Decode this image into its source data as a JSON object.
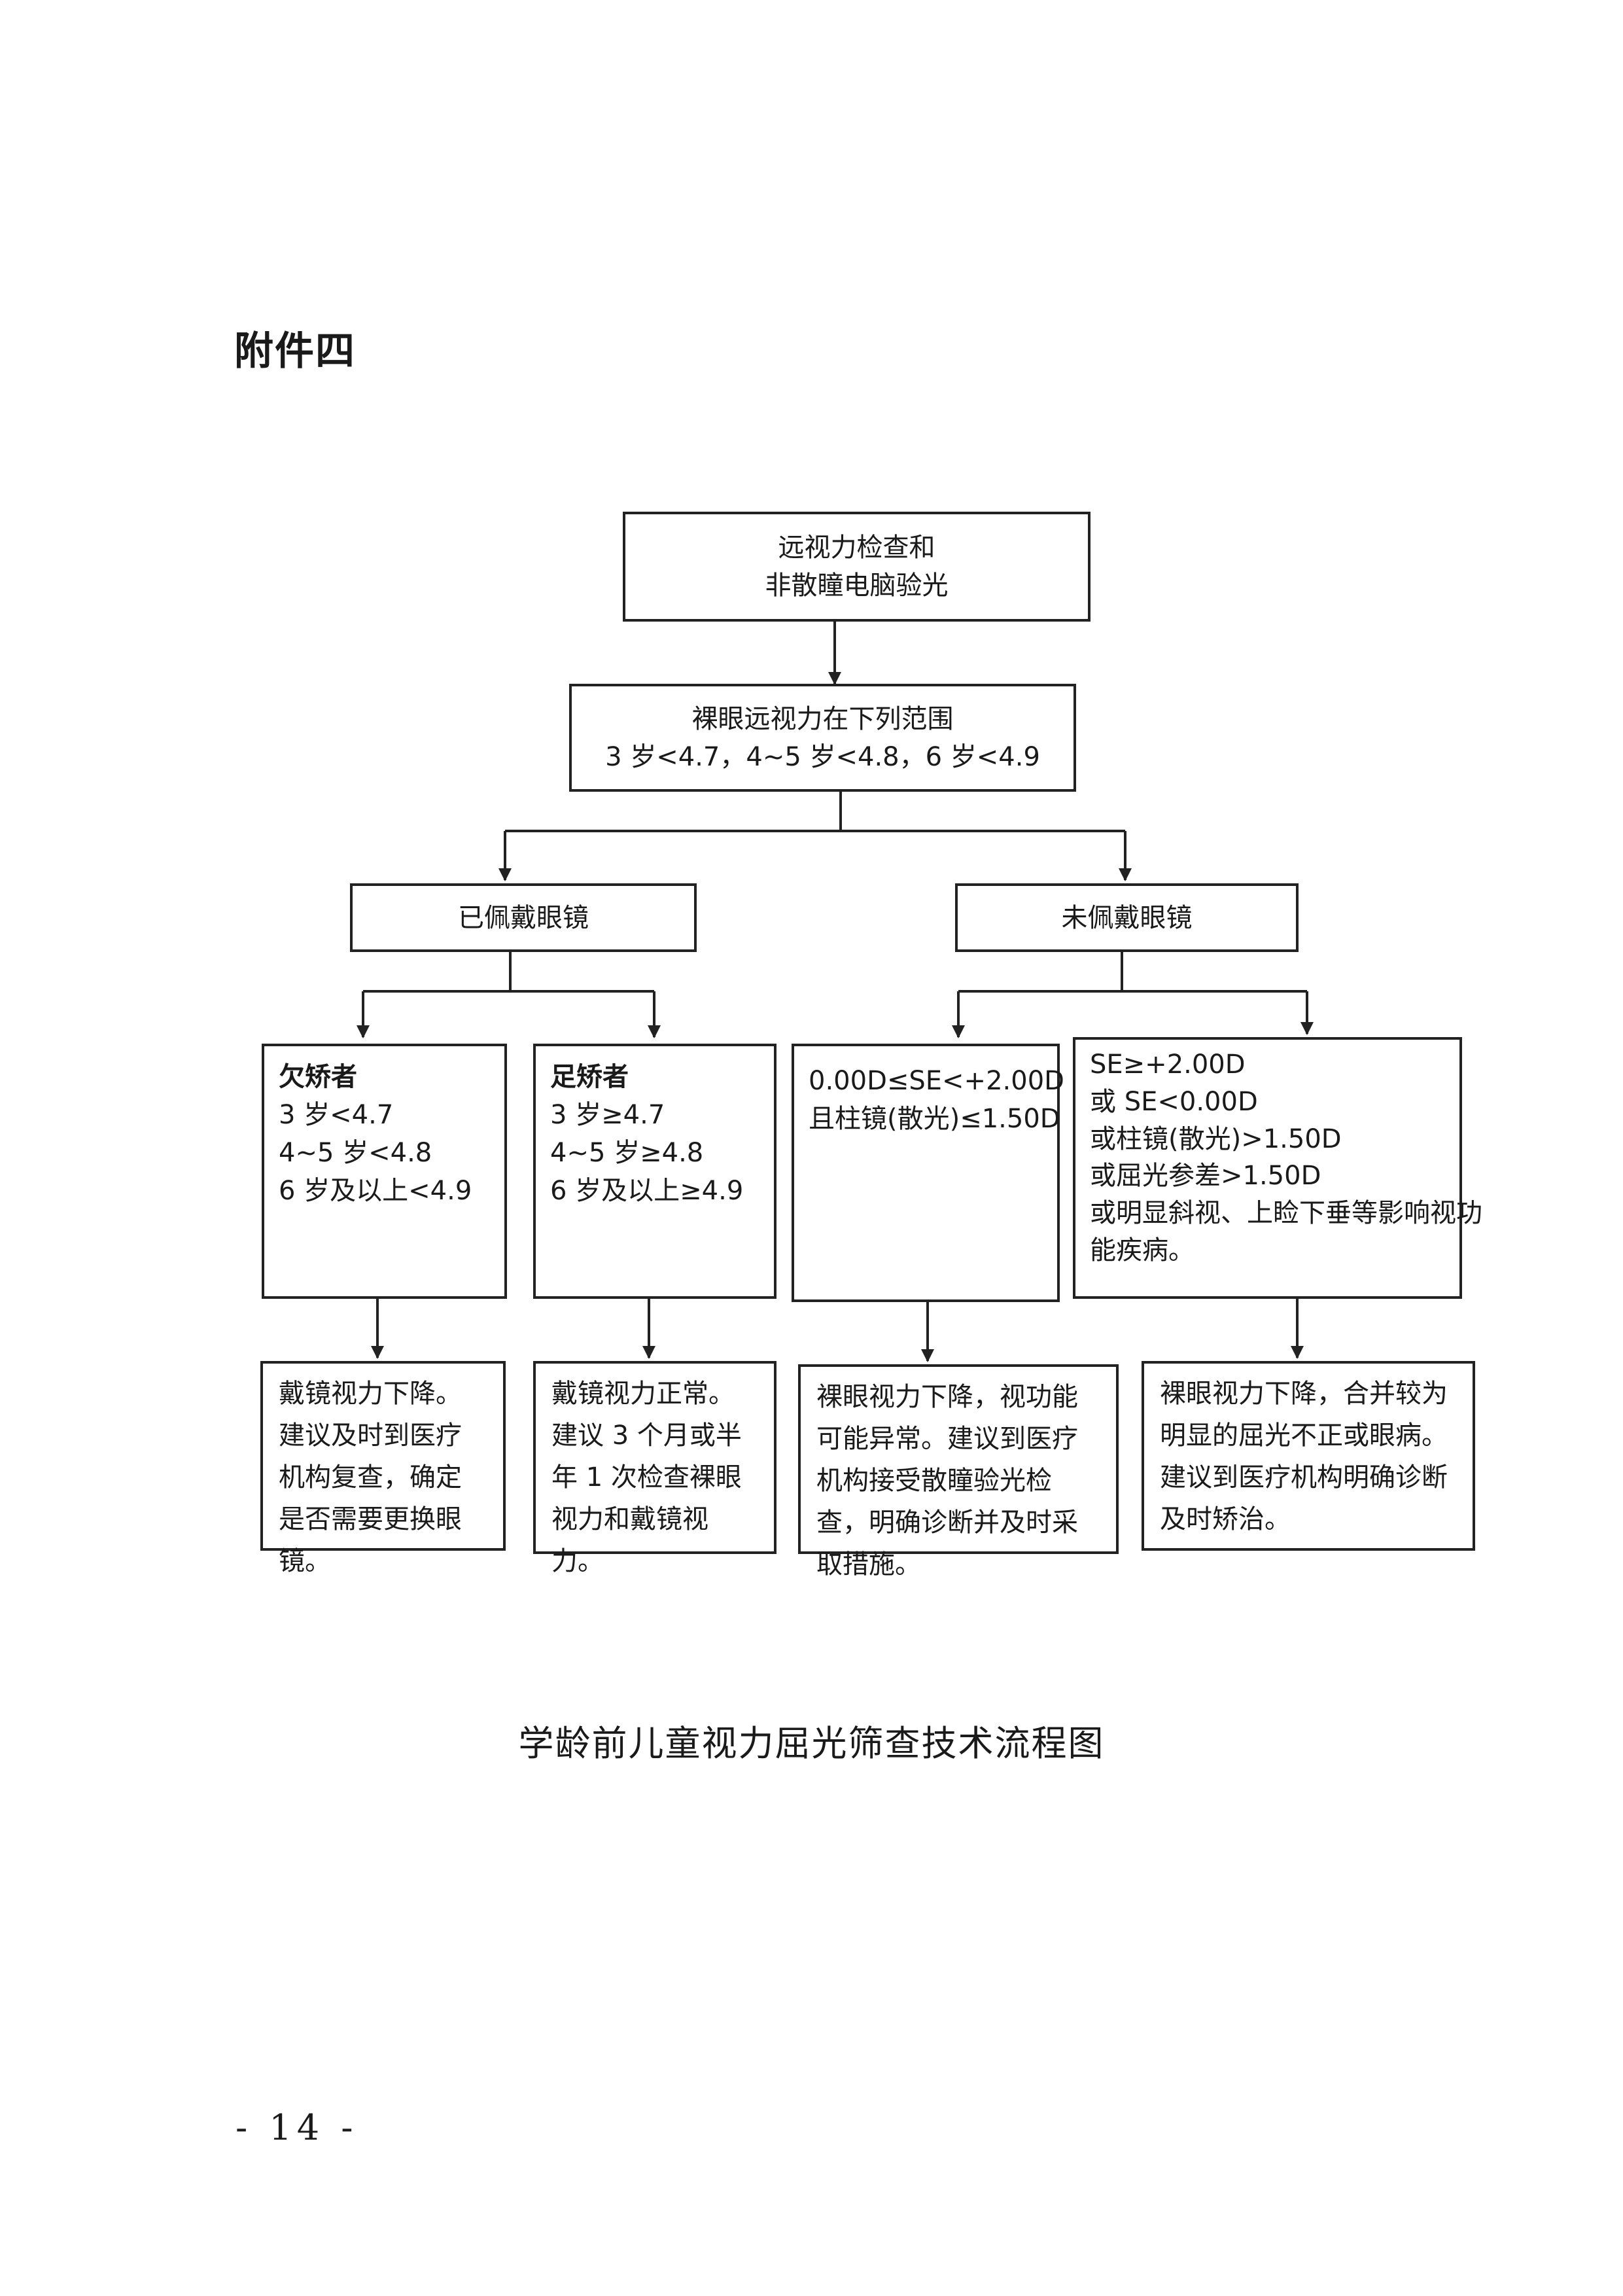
{
  "attachment_label": "附件四",
  "caption": "学龄前儿童视力屈光筛查技术流程图",
  "page_number": "- 14 -",
  "flow": {
    "step1": {
      "lines": [
        "远视力检查和",
        "非散瞳电脑验光"
      ]
    },
    "step2": {
      "lines": [
        "裸眼远视力在下列范围",
        "3 岁<4.7，4~5 岁<4.8，6 岁<4.9"
      ]
    },
    "wearing": {
      "label": "已佩戴眼镜"
    },
    "not_wearing": {
      "label": "未佩戴眼镜"
    },
    "under": {
      "title": "欠矫者",
      "lines": [
        "3 岁<4.7",
        "4~5 岁<4.8",
        "6 岁及以上<4.9"
      ]
    },
    "full": {
      "title": "足矫者",
      "lines": [
        "3 岁≥4.7",
        "4~5 岁≥4.8",
        "6 岁及以上≥4.9"
      ]
    },
    "normal_range": {
      "lines": [
        "0.00D≤SE<+2.00D",
        "且柱镜(散光)≤1.50D"
      ]
    },
    "abnormal": {
      "lines": [
        "SE≥+2.00D",
        "或 SE<0.00D",
        "或柱镜(散光)>1.50D",
        "或屈光参差>1.50D",
        "或明显斜视、上睑下垂等影响视功",
        "能疾病。"
      ]
    },
    "advice_under": {
      "text": "戴镜视力下降。建议及时到医疗机构复查，确定是否需要更换眼镜。"
    },
    "advice_full": {
      "text": "戴镜视力正常。建议 3 个月或半年 1 次检查裸眼视力和戴镜视力。"
    },
    "advice_normal": {
      "text": "裸眼视力下降，视功能可能异常。建议到医疗机构接受散瞳验光检查，明确诊断并及时采取措施。"
    },
    "advice_abnormal": {
      "text": "裸眼视力下降，合并较为明显的屈光不正或眼病。建议到医疗机构明确诊断及时矫治。"
    }
  }
}
